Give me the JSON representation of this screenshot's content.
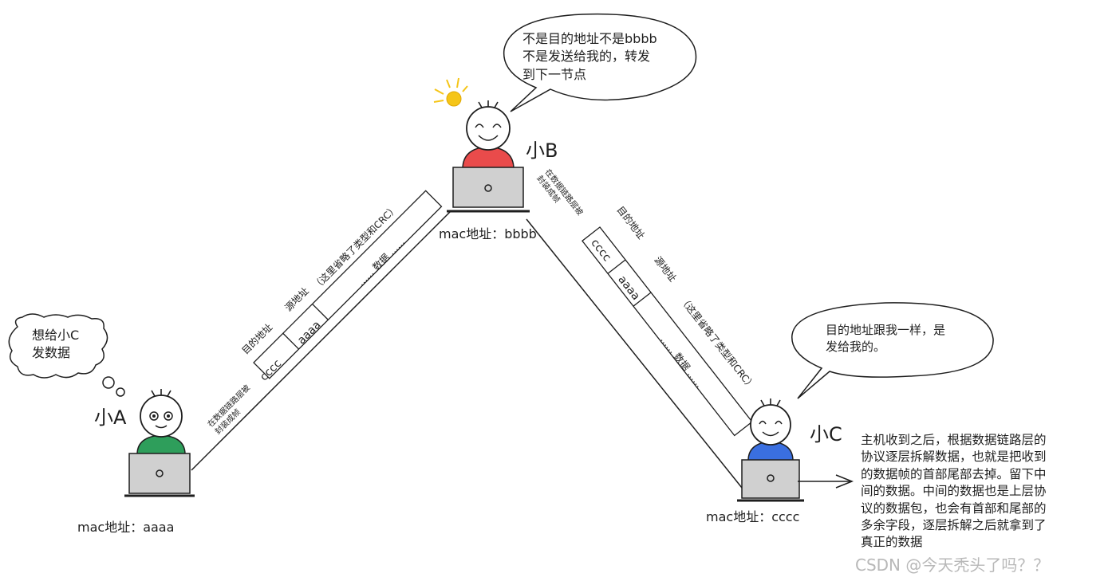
{
  "nodes": {
    "a": {
      "name": "小A",
      "mac": "mac地址：aaaa",
      "thought": "想给小C\n发数据",
      "shirt": "#2e9e5b"
    },
    "b": {
      "name": "小B",
      "mac": "mac地址：bbbb",
      "speech": "不是目的地址不是bbbb\n不是发送给我的，转发\n到下一节点",
      "shirt": "#e94b4b"
    },
    "c": {
      "name": "小C",
      "mac": "mac地址：cccc",
      "speech": "目的地址跟我一样，是\n发给我的。",
      "shirt": "#3a6fe0"
    }
  },
  "frame_ab": {
    "encap_note": "在数据链路层被\n封装成帧",
    "dest_label": "目的地址",
    "src_label": "源地址",
    "omit_note": "（这里省略了类型和CRC）",
    "dest_value": "cccc",
    "src_value": "aaaa",
    "data_value": "...... 数据 ......"
  },
  "frame_bc": {
    "encap_note": "在数据链路层被\n封装成帧",
    "dest_label": "目的地址",
    "src_label": "源地址",
    "omit_note": "（这里省略了类型和CRC）",
    "dest_value": "cccc",
    "src_value": "aaaa",
    "data_value": "...... 数据 ......"
  },
  "explanation": "主机收到之后，根据数据链路层的\n协议逐层拆解数据，也就是把收到\n的数据帧的首部尾部去掉。留下中\n间的数据。中间的数据也是上层协\n议的数据包，也会有首部和尾部的\n多余字段，逐层拆解之后就拿到了\n真正的数据",
  "watermark": "CSDN @今天秃头了吗？？",
  "colors": {
    "laptop": "#d0d0d0",
    "bulb": "#f5c518",
    "stroke": "#1e1e1e"
  }
}
